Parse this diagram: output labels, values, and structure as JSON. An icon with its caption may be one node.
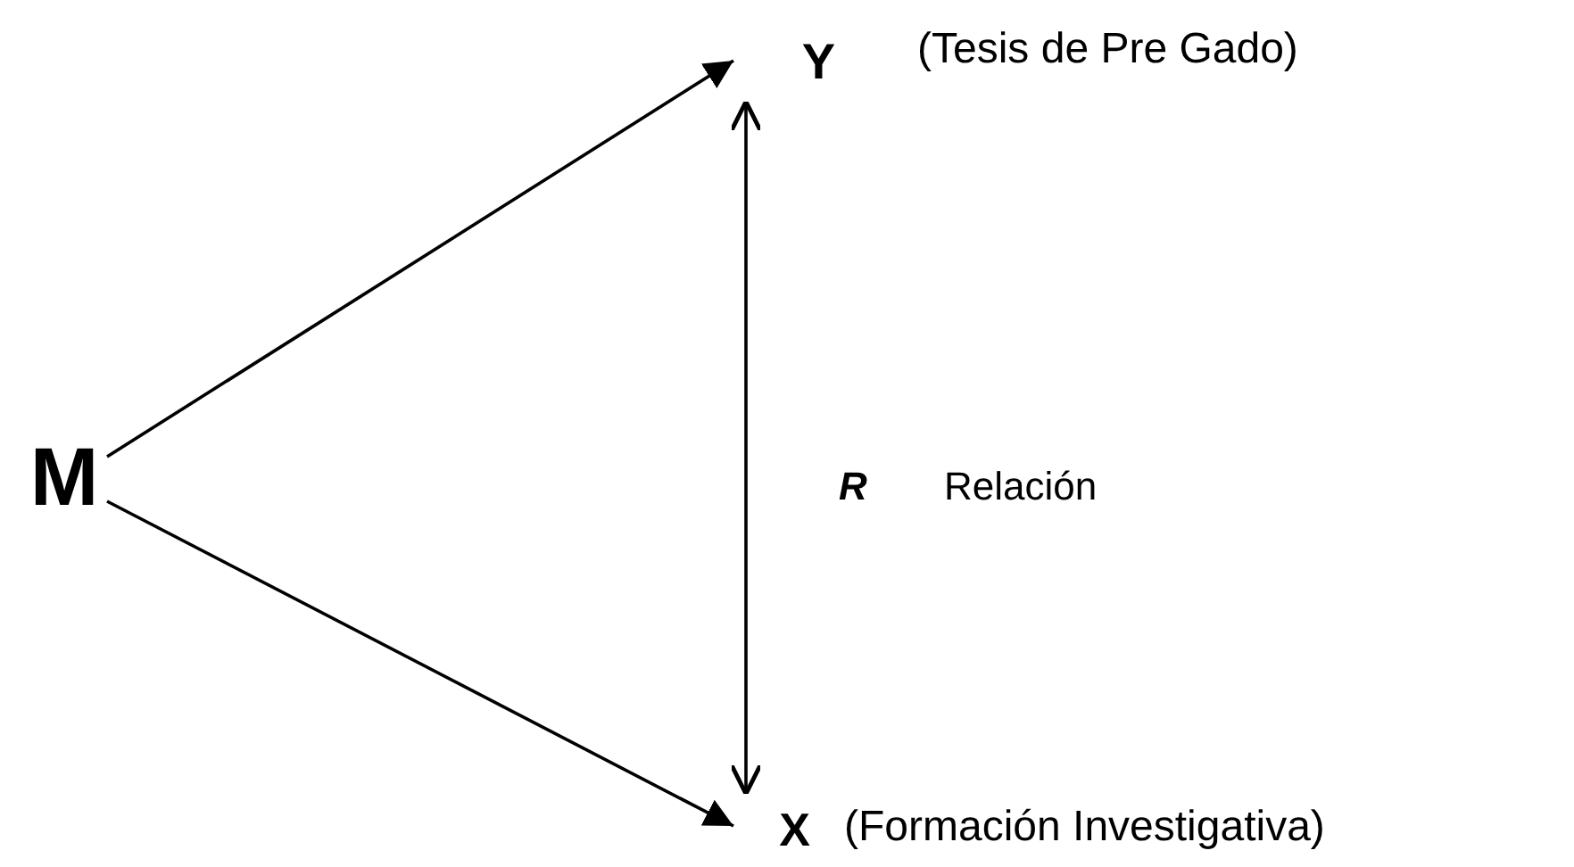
{
  "diagram": {
    "nodes": [
      {
        "text": [
          "M"
        ]
      },
      {
        "text": [
          "Y"
        ],
        "beside": [
          "(Tesis de Pre Gado)"
        ]
      },
      {
        "text": [
          "X"
        ],
        "beside": [
          "(Formación Investigativa)"
        ]
      }
    ],
    "edges": [
      {
        "from": 0,
        "to": 1,
        "arrow": "to"
      },
      {
        "from": 0,
        "to": 2,
        "arrow": "to"
      },
      {
        "from": 1,
        "to": 2,
        "arrow": "both",
        "label": "R"
      }
    ],
    "labels": [
      "Relación"
    ]
  }
}
